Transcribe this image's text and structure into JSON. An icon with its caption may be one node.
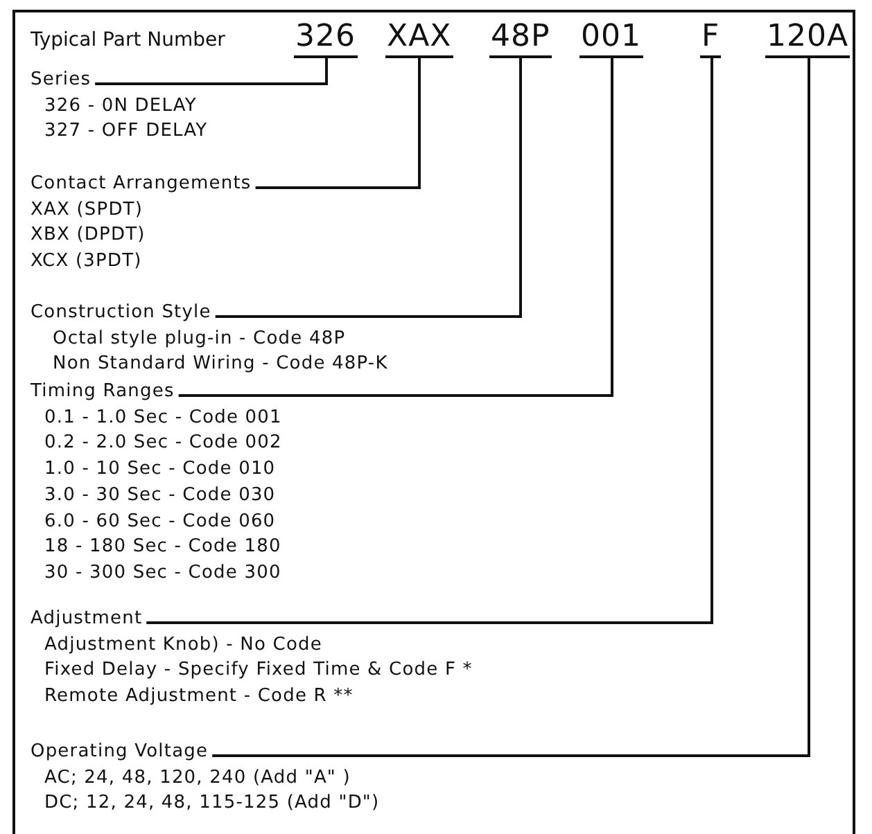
{
  "diagram": {
    "nodes": [
      {
        "text": [
          "326"
        ]
      },
      {
        "text": [
          "XAX"
        ]
      },
      {
        "text": [
          "48P"
        ]
      },
      {
        "text": [
          "001"
        ]
      },
      {
        "text": [
          "F"
        ]
      },
      {
        "text": [
          "120A"
        ]
      },
      {
        "text": [
          "Series",
          "326 - 0N DELAY",
          "327 - OFF DELAY"
        ]
      },
      {
        "text": [
          "Contact Arrangements",
          "XAX (SPDT)",
          "XBX (DPDT)",
          "XCX (3PDT)"
        ]
      },
      {
        "text": [
          "Construction Style",
          "Octal style plug-in - Code 48P",
          "Non Standard Wiring - Code 48P-K"
        ]
      },
      {
        "text": [
          "Timing Ranges",
          "0.1 - 1.0 Sec - Code 001",
          "0.2 - 2.0 Sec - Code 002",
          "1.0 - 10 Sec - Code 010",
          "3.0 - 30 Sec - Code 030",
          "6.0 - 60 Sec - Code 060",
          "18 - 180 Sec - Code 180",
          "30 - 300 Sec - Code 300"
        ]
      },
      {
        "text": [
          "Adjustment",
          "Adjustment Knob) - No Code",
          "Fixed Delay - Specify Fixed Time & Code F *",
          "Remote Adjustment - Code R **"
        ]
      },
      {
        "text": [
          "Operating Voltage",
          "AC; 24, 48, 120, 240 (Add \"A\" )",
          "DC; 12, 24, 48, 115-125 (Add \"D\")"
        ]
      }
    ],
    "edges": [
      {
        "from": 0,
        "to": 6,
        "arrow": "none"
      },
      {
        "from": 1,
        "to": 7,
        "arrow": "none"
      },
      {
        "from": 2,
        "to": 8,
        "arrow": "none"
      },
      {
        "from": 3,
        "to": 9,
        "arrow": "none"
      },
      {
        "from": 4,
        "to": 10,
        "arrow": "none"
      },
      {
        "from": 5,
        "to": 11,
        "arrow": "none"
      }
    ],
    "labels": [
      "Typical Part Number"
    ]
  }
}
